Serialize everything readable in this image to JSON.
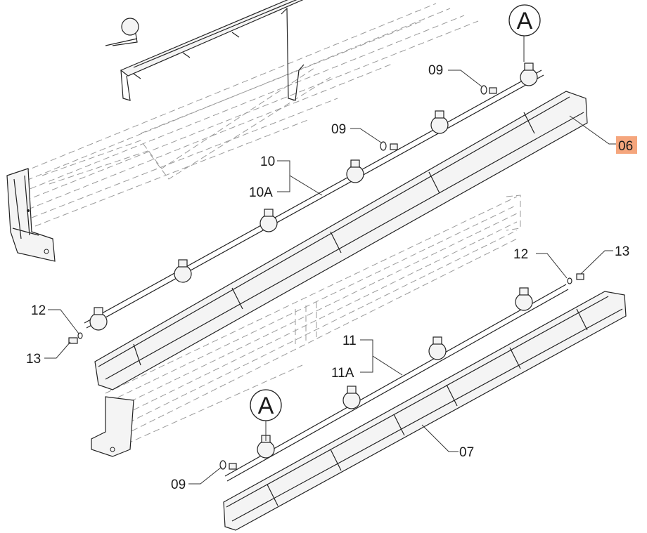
{
  "callouts": {
    "detail_top": "A",
    "detail_bottom": "A",
    "c09_top": "09",
    "c09_mid": "09",
    "c09_bottom": "09",
    "c06": "06",
    "c10": "10",
    "c10A": "10A",
    "c11": "11",
    "c11A": "11A",
    "c12_left": "12",
    "c13_left": "13",
    "c12_right": "12",
    "c13_right": "13",
    "c07": "07"
  },
  "colors": {
    "highlight": "#f5a67d",
    "line": "#222222",
    "ghost": "#9a9a9a"
  }
}
